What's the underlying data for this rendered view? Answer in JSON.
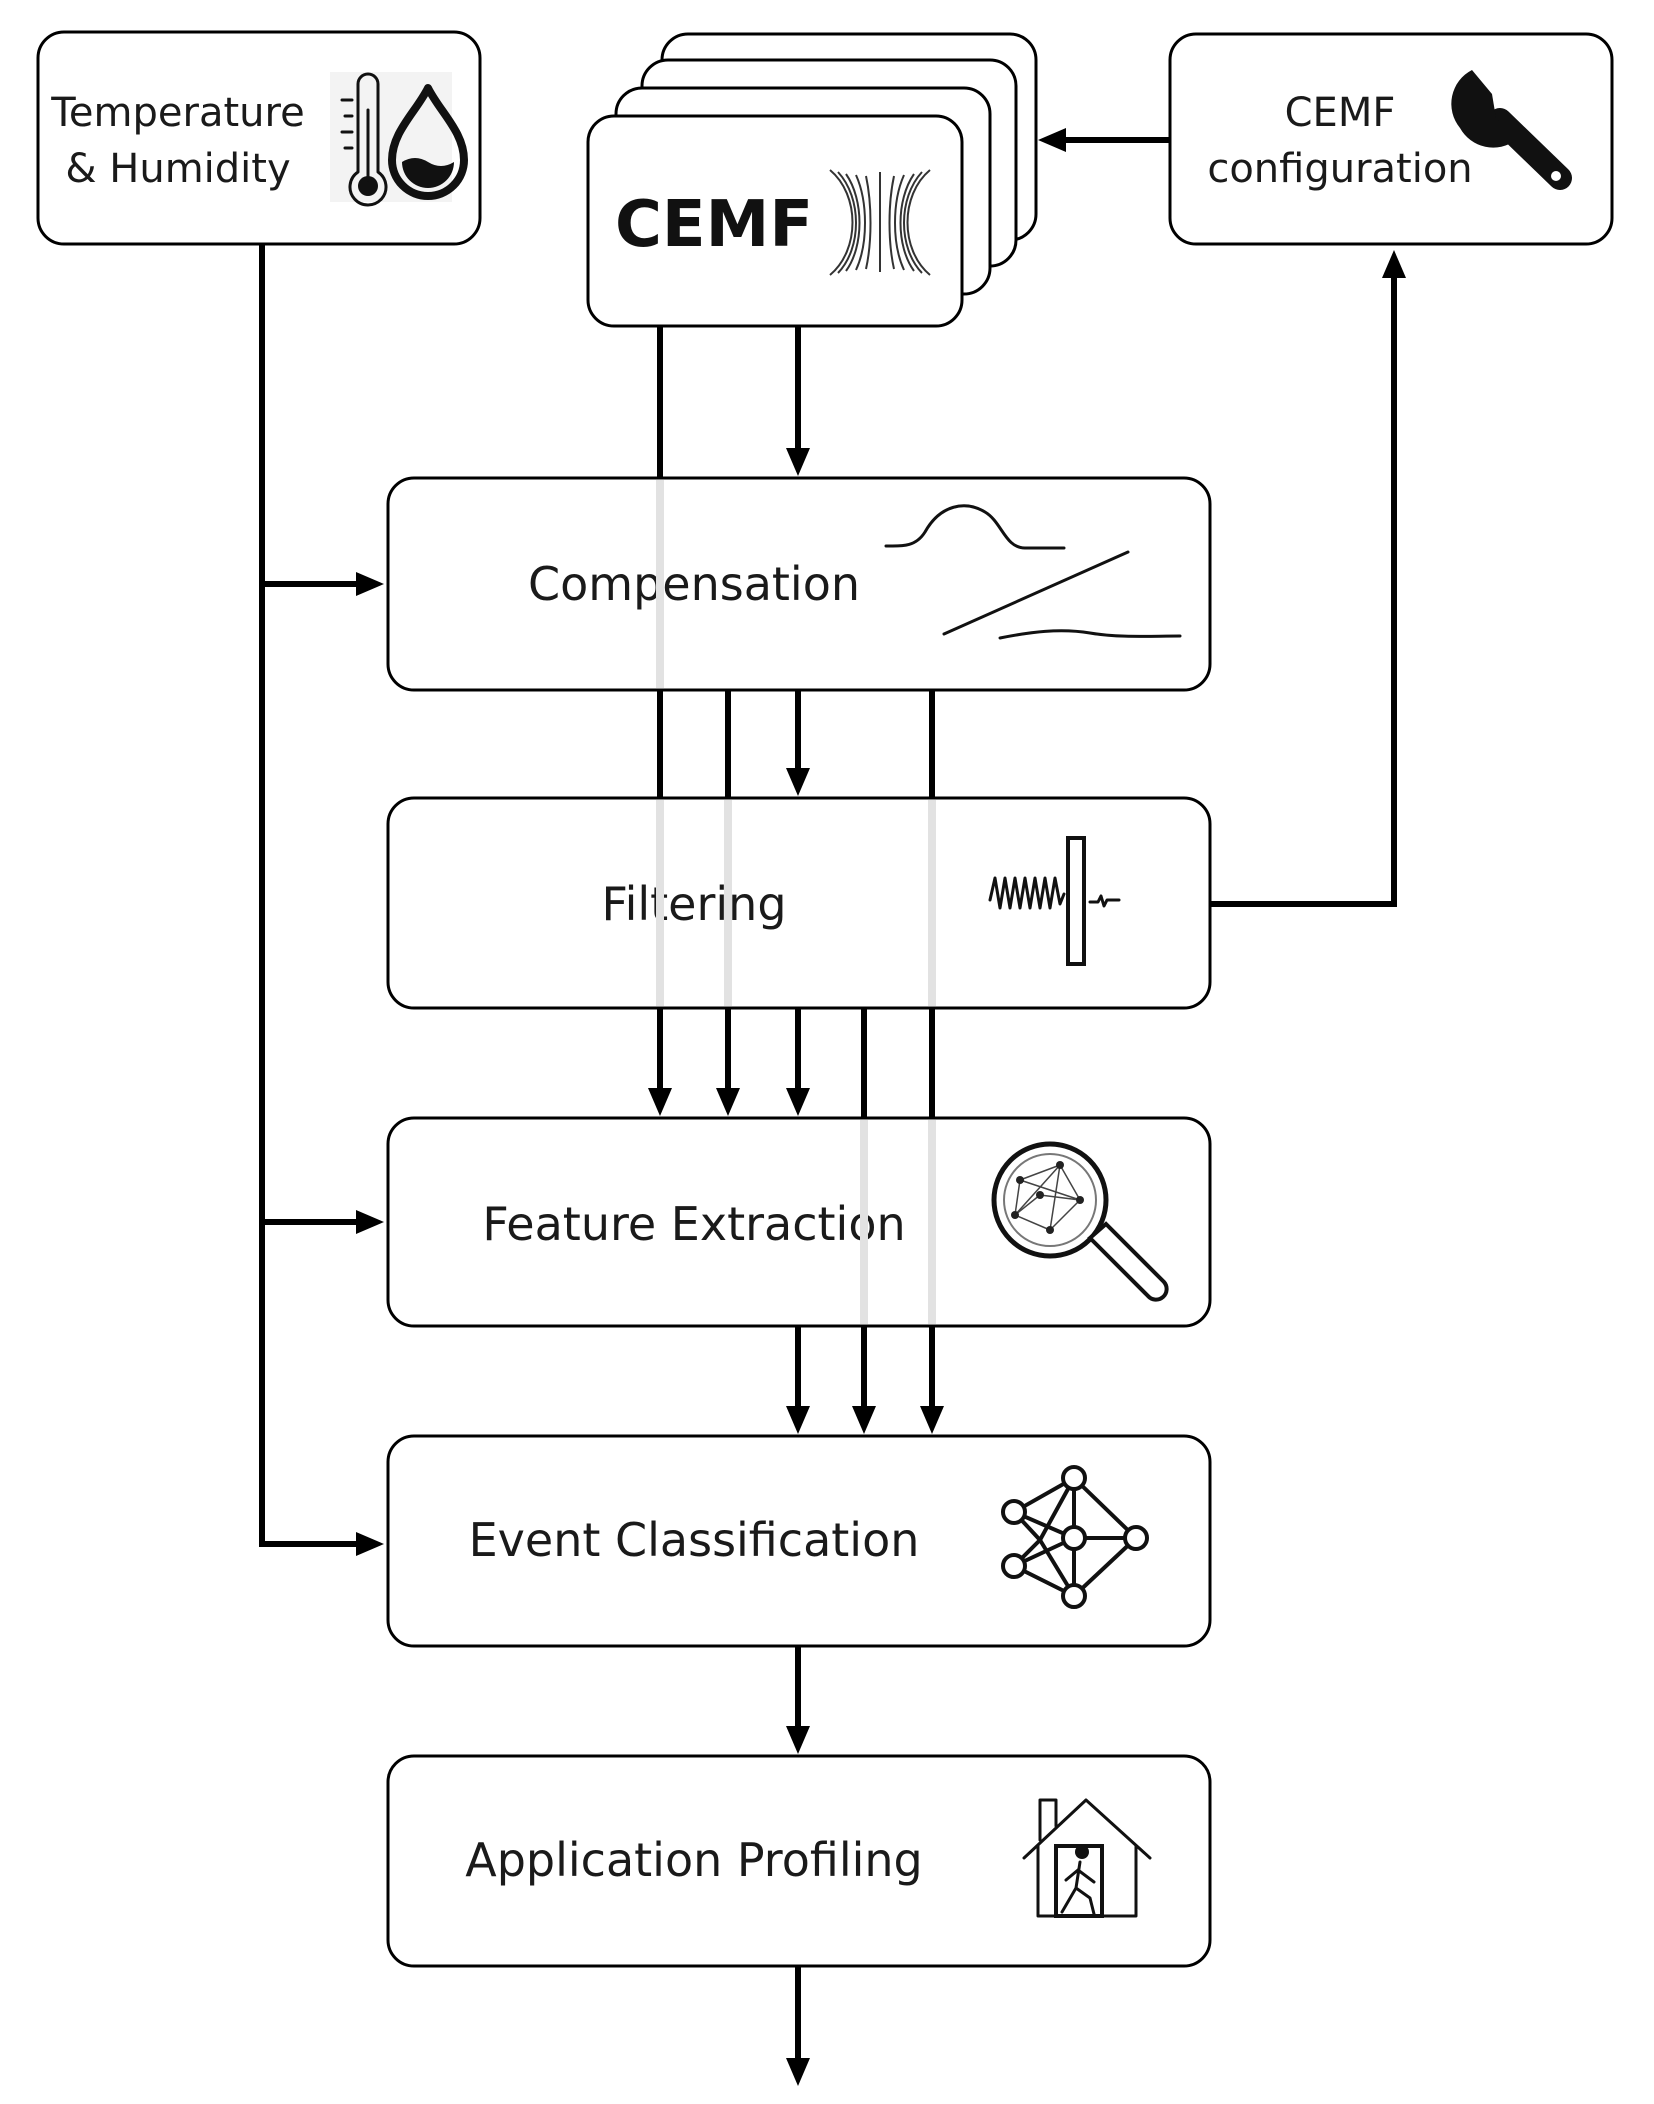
{
  "blocks": {
    "temperature_humidity": {
      "line1": "Temperature",
      "line2": "& Humidity"
    },
    "cemf": {
      "label": "CEMF"
    },
    "cemf_configuration": {
      "line1": "CEMF",
      "line2": "configuration"
    },
    "compensation": {
      "label": "Compensation"
    },
    "filtering": {
      "label": "Filtering"
    },
    "feature_extraction": {
      "label": "Feature Extraction"
    },
    "event_classification": {
      "label": "Event Classification"
    },
    "application_profiling": {
      "label": "Application Profiling"
    }
  },
  "icons": {
    "temperature_humidity": "thermometer-droplet-icon",
    "cemf": "magnetic-field-icon",
    "cemf_configuration": "wrench-icon",
    "compensation": "signal-compensation-icon",
    "filtering": "signal-filter-icon",
    "feature_extraction": "network-magnifier-icon",
    "event_classification": "neural-network-icon",
    "application_profiling": "house-person-icon"
  },
  "colors": {
    "line": "#000000",
    "box_fill": "#ffffff",
    "pass_through": "#e2e2e2"
  }
}
